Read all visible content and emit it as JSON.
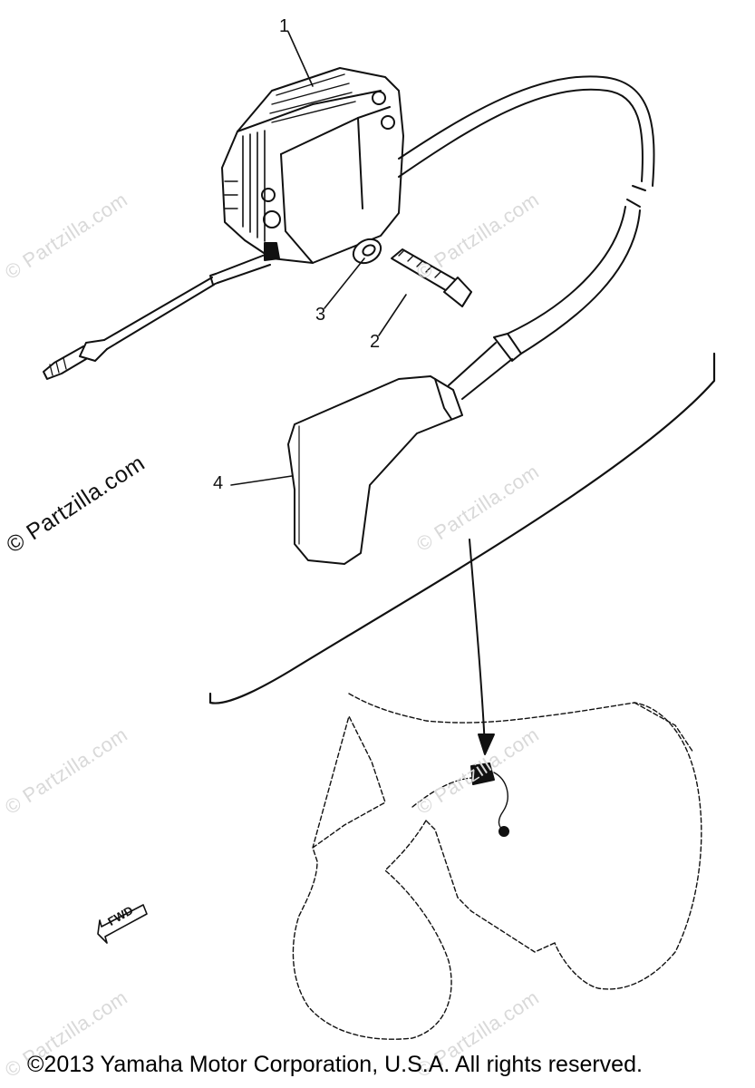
{
  "diagram": {
    "callouts": [
      {
        "id": "1",
        "label": "1"
      },
      {
        "id": "2",
        "label": "2"
      },
      {
        "id": "3",
        "label": "3"
      },
      {
        "id": "4",
        "label": "4"
      }
    ],
    "fwd_label": "FWD",
    "watermark": "© Partzilla.com",
    "copyright": "©2013  Yamaha Motor Corporation, U.S.A. All rights reserved."
  }
}
